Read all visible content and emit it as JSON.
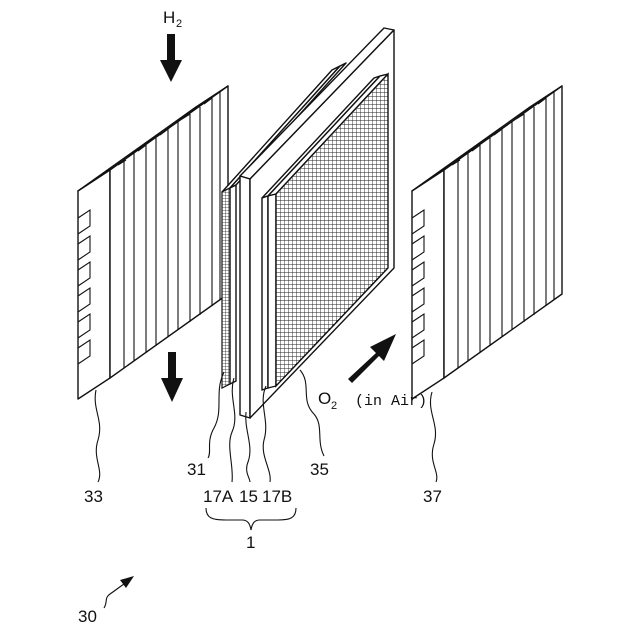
{
  "diagram": {
    "hydrogen_label": "H",
    "hydrogen_sub": "2",
    "oxygen_label": "O",
    "oxygen_sub": "2",
    "air_label": "(in Air)",
    "refs": {
      "anode_plate": "33",
      "anode_gdl": "31",
      "catalyst_a": "17A",
      "membrane": "15",
      "catalyst_b": "17B",
      "cathode_gdl": "35",
      "cathode_plate": "37",
      "mea": "1",
      "assembly": "30"
    }
  }
}
